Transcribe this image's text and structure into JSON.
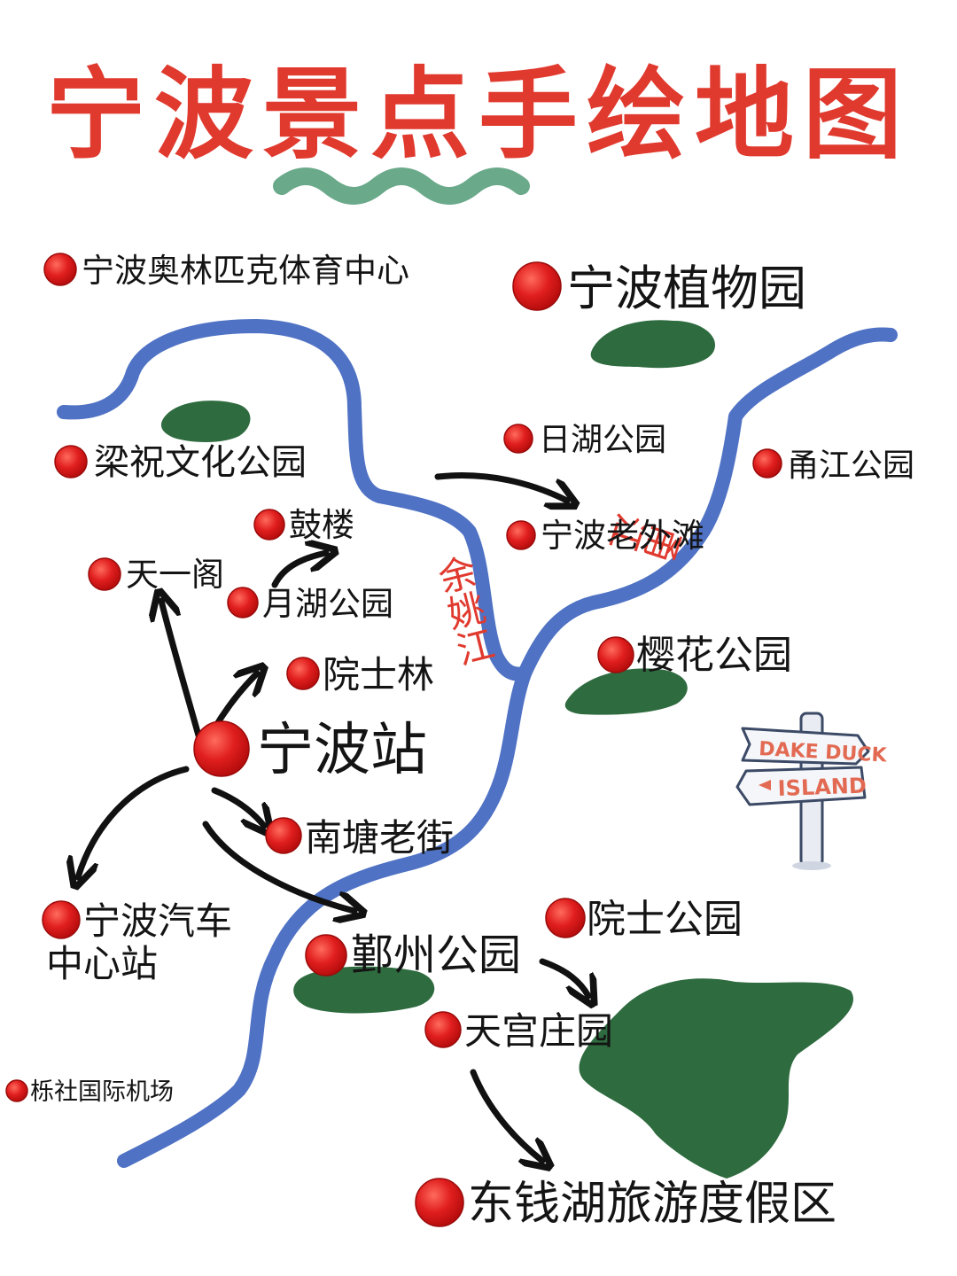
{
  "title": "宁波景点手绘地图",
  "colors": {
    "title": "#e03a2f",
    "river": "#4f72c4",
    "park": "#2e6b3f",
    "pin": "#e02020",
    "arrow": "#111111",
    "wave": "#6aa98a"
  },
  "rivers": {
    "yuyao": "余姚江",
    "yong": "甬江"
  },
  "places": {
    "olympic": "宁波奥林匹克体育中心",
    "botanical": "宁波植物园",
    "liangzhu": "梁祝文化公园",
    "rihu": "日湖公园",
    "yongjiang_park": "甬江公园",
    "gulou": "鼓楼",
    "laowaitan": "宁波老外滩",
    "tianyige": "天一阁",
    "yuehu": "月湖公园",
    "yingyuan": "樱花公园",
    "yuanshilin": "院士林",
    "station": "宁波站",
    "nantang": "南塘老街",
    "bus_l1": "宁波汽车",
    "bus_l2": "中心站",
    "yuanshi_park": "院士公园",
    "yinzhou": "鄞州公园",
    "tiangong": "天宫庄园",
    "airport": "栎社国际机场",
    "dongqian": "东钱湖旅游度假区"
  },
  "signpost": {
    "top": "DAKE DUCK",
    "bottom": "ISLAND",
    "icon": "signpost-icon"
  }
}
